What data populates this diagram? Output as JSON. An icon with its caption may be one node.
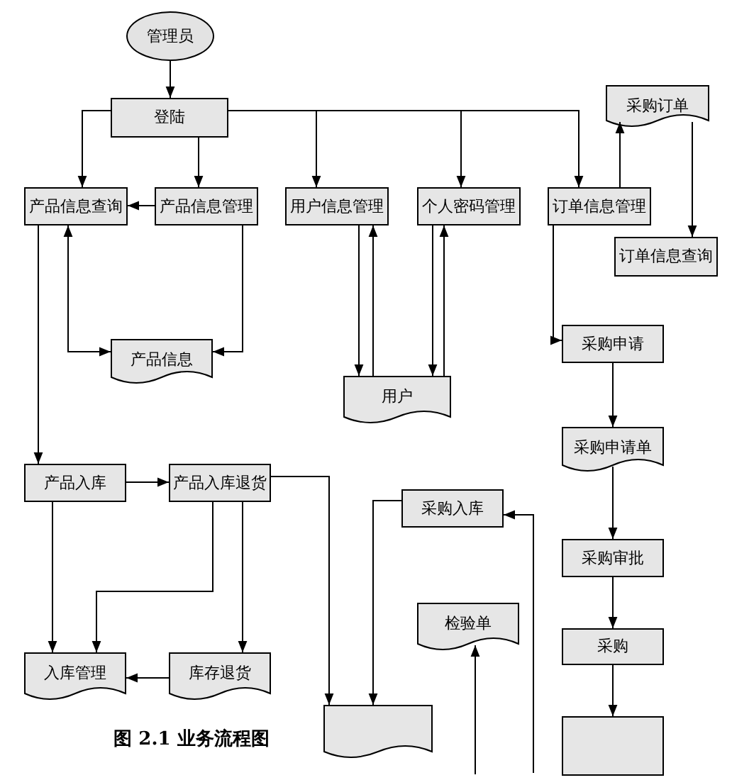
{
  "diagram": {
    "caption": "图 2.1 业务流程图",
    "nodes": [
      {
        "text": [
          "管理员"
        ]
      },
      {
        "text": [
          "登陆"
        ]
      },
      {
        "text": [
          "采购订单"
        ]
      },
      {
        "text": [
          "产品信息查询"
        ]
      },
      {
        "text": [
          "产品信息管理"
        ]
      },
      {
        "text": [
          "用户信息管理"
        ]
      },
      {
        "text": [
          "个人密码管理"
        ]
      },
      {
        "text": [
          "订单信息管理"
        ]
      },
      {
        "text": [
          "订单信息查询"
        ]
      },
      {
        "text": [
          "产品信息"
        ]
      },
      {
        "text": [
          "采购申请"
        ]
      },
      {
        "text": [
          "用户"
        ]
      },
      {
        "text": [
          "采购申请单"
        ]
      },
      {
        "text": [
          "产品入库"
        ]
      },
      {
        "text": [
          "产品入库退货"
        ]
      },
      {
        "text": [
          "采购入库"
        ]
      },
      {
        "text": [
          "采购审批"
        ]
      },
      {
        "text": [
          "检验单"
        ]
      },
      {
        "text": [
          "采购"
        ]
      },
      {
        "text": [
          "入库管理"
        ]
      },
      {
        "text": [
          "库存退货"
        ]
      },
      {
        "text": [],
        "shape": "document"
      },
      {
        "text": [],
        "shape": "box"
      }
    ],
    "edges": [
      {
        "from": 0,
        "to": 1,
        "arrow": "to"
      },
      {
        "from": 1,
        "to": 3,
        "arrow": "to"
      },
      {
        "from": 1,
        "to": 4,
        "arrow": "to"
      },
      {
        "from": 1,
        "to": 5,
        "arrow": "to"
      },
      {
        "from": 1,
        "to": 6,
        "arrow": "to"
      },
      {
        "from": 1,
        "to": 7,
        "arrow": "to"
      },
      {
        "from": 4,
        "to": 3,
        "arrow": "to"
      },
      {
        "from": 3,
        "to": 9,
        "arrow": "both"
      },
      {
        "from": 4,
        "to": 9,
        "arrow": "to"
      },
      {
        "from": 3,
        "to": 13,
        "arrow": "to"
      },
      {
        "from": 5,
        "to": 11,
        "arrow": "to"
      },
      {
        "from": 11,
        "to": 5,
        "arrow": "to"
      },
      {
        "from": 6,
        "to": 11,
        "arrow": "to"
      },
      {
        "from": 11,
        "to": 6,
        "arrow": "to"
      },
      {
        "from": 7,
        "to": 2,
        "arrow": "to"
      },
      {
        "from": 2,
        "to": 8,
        "arrow": "to"
      },
      {
        "from": 7,
        "to": 10,
        "arrow": "to"
      },
      {
        "from": 10,
        "to": 12,
        "arrow": "to"
      },
      {
        "from": 12,
        "to": 16,
        "arrow": "to"
      },
      {
        "from": 16,
        "to": 18,
        "arrow": "to"
      },
      {
        "from": 18,
        "to": 22,
        "arrow": "to"
      },
      {
        "from": 13,
        "to": 14,
        "arrow": "to"
      },
      {
        "from": 13,
        "to": 19,
        "arrow": "to"
      },
      {
        "from": 14,
        "to": 19,
        "arrow": "to"
      },
      {
        "from": 14,
        "to": 20,
        "arrow": "to"
      },
      {
        "from": 20,
        "to": 19,
        "arrow": "to"
      },
      {
        "from": 14,
        "to": 21,
        "arrow": "to"
      },
      {
        "from": 15,
        "to": 21,
        "arrow": "to"
      },
      {
        "from": null,
        "to": 15,
        "arrow": "to"
      },
      {
        "from": null,
        "to": 17,
        "arrow": "to"
      }
    ]
  }
}
